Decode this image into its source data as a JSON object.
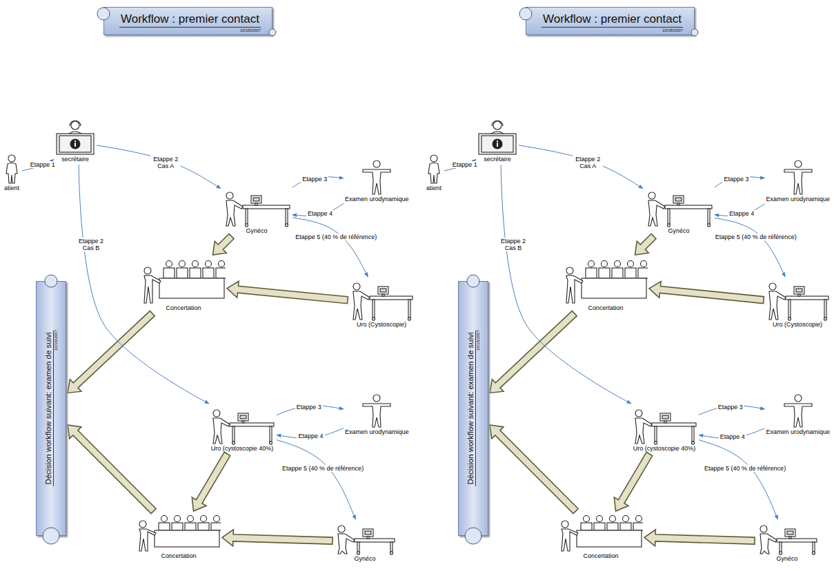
{
  "diagram": {
    "nodes": [
      {
        "text": [
          "Workflow : premier contact",
          "10/18/2007"
        ]
      },
      {
        "text": [
          "atient"
        ]
      },
      {
        "text": [
          "secrétaire"
        ]
      },
      {
        "text": [
          "Gynéco"
        ]
      },
      {
        "text": [
          "Examen urodynamique"
        ]
      },
      {
        "text": [
          "Concertation"
        ]
      },
      {
        "text": [
          "Uro (Cystoscopie)"
        ]
      },
      {
        "text": [
          "Décision workflow suivant: examen de suivi",
          "10/18/2007"
        ]
      },
      {
        "text": [
          "Uro (cystoscopie 40%)"
        ]
      },
      {
        "text": [
          "Examen urodynamique"
        ]
      },
      {
        "text": [
          "Concertation"
        ]
      },
      {
        "text": [
          "Gynéco"
        ]
      },
      {
        "text": [
          "Workflow : premier contact",
          "10/18/2007"
        ]
      },
      {
        "text": [
          "atient"
        ]
      },
      {
        "text": [
          "secrétaire"
        ]
      },
      {
        "text": [
          "Gynéco"
        ]
      },
      {
        "text": [
          "Examen urodynamique"
        ]
      },
      {
        "text": [
          "Concertation"
        ]
      },
      {
        "text": [
          "Uro (Cystoscopie)"
        ]
      },
      {
        "text": [
          "Décision workflow suivant: examen de suivi",
          "10/18/2007"
        ]
      },
      {
        "text": [
          "Uro (cystoscopie 40%)"
        ]
      },
      {
        "text": [
          "Examen urodynamique"
        ]
      },
      {
        "text": [
          "Concertation"
        ]
      },
      {
        "text": [
          "Gynéco"
        ]
      }
    ],
    "edges": [
      {
        "from": 1,
        "to": 2,
        "label": "Etappe 1",
        "arrow": "to"
      },
      {
        "from": 2,
        "to": 3,
        "label": "Etappe 2 Cas A",
        "arrow": "to"
      },
      {
        "from": 3,
        "to": 4,
        "label": "Etappe 3",
        "arrow": "to"
      },
      {
        "from": 4,
        "to": 3,
        "label": "Etappe 4",
        "arrow": "to"
      },
      {
        "from": 3,
        "to": 6,
        "label": "Etappe 5 (40 % de référence)",
        "arrow": "to"
      },
      {
        "from": 3,
        "to": 5,
        "arrow": "to"
      },
      {
        "from": 6,
        "to": 5,
        "arrow": "to"
      },
      {
        "from": 5,
        "to": 7,
        "arrow": "to"
      },
      {
        "from": 2,
        "to": 8,
        "label": "Etappe 2 Cas B",
        "arrow": "to"
      },
      {
        "from": 8,
        "to": 9,
        "label": "Etappe 3",
        "arrow": "to"
      },
      {
        "from": 9,
        "to": 8,
        "label": "Etappe 4",
        "arrow": "to"
      },
      {
        "from": 8,
        "to": 11,
        "label": "Etappe 5 (40 % de référence)",
        "arrow": "to"
      },
      {
        "from": 8,
        "to": 10,
        "arrow": "to"
      },
      {
        "from": 11,
        "to": 10,
        "arrow": "to"
      },
      {
        "from": 10,
        "to": 7,
        "arrow": "to"
      },
      {
        "from": 13,
        "to": 14,
        "label": "Etappe 1",
        "arrow": "to"
      },
      {
        "from": 14,
        "to": 15,
        "label": "Etappe 2 Cas A",
        "arrow": "to"
      },
      {
        "from": 15,
        "to": 16,
        "label": "Etappe 3",
        "arrow": "to"
      },
      {
        "from": 16,
        "to": 15,
        "label": "Etappe 4",
        "arrow": "to"
      },
      {
        "from": 15,
        "to": 18,
        "label": "Etappe 5 (40 % de référence)",
        "arrow": "to"
      },
      {
        "from": 15,
        "to": 17,
        "arrow": "to"
      },
      {
        "from": 18,
        "to": 17,
        "arrow": "to"
      },
      {
        "from": 17,
        "to": 19,
        "arrow": "to"
      },
      {
        "from": 14,
        "to": 20,
        "label": "Etappe 2 Cas B",
        "arrow": "to"
      },
      {
        "from": 20,
        "to": 21,
        "label": "Etappe 3",
        "arrow": "to"
      },
      {
        "from": 21,
        "to": 20,
        "label": "Etappe 4",
        "arrow": "to"
      },
      {
        "from": 20,
        "to": 23,
        "label": "Etappe 5 (40 % de référence)",
        "arrow": "to"
      },
      {
        "from": 20,
        "to": 22,
        "arrow": "to"
      },
      {
        "from": 23,
        "to": 22,
        "arrow": "to"
      },
      {
        "from": 22,
        "to": 19,
        "arrow": "to"
      }
    ]
  }
}
